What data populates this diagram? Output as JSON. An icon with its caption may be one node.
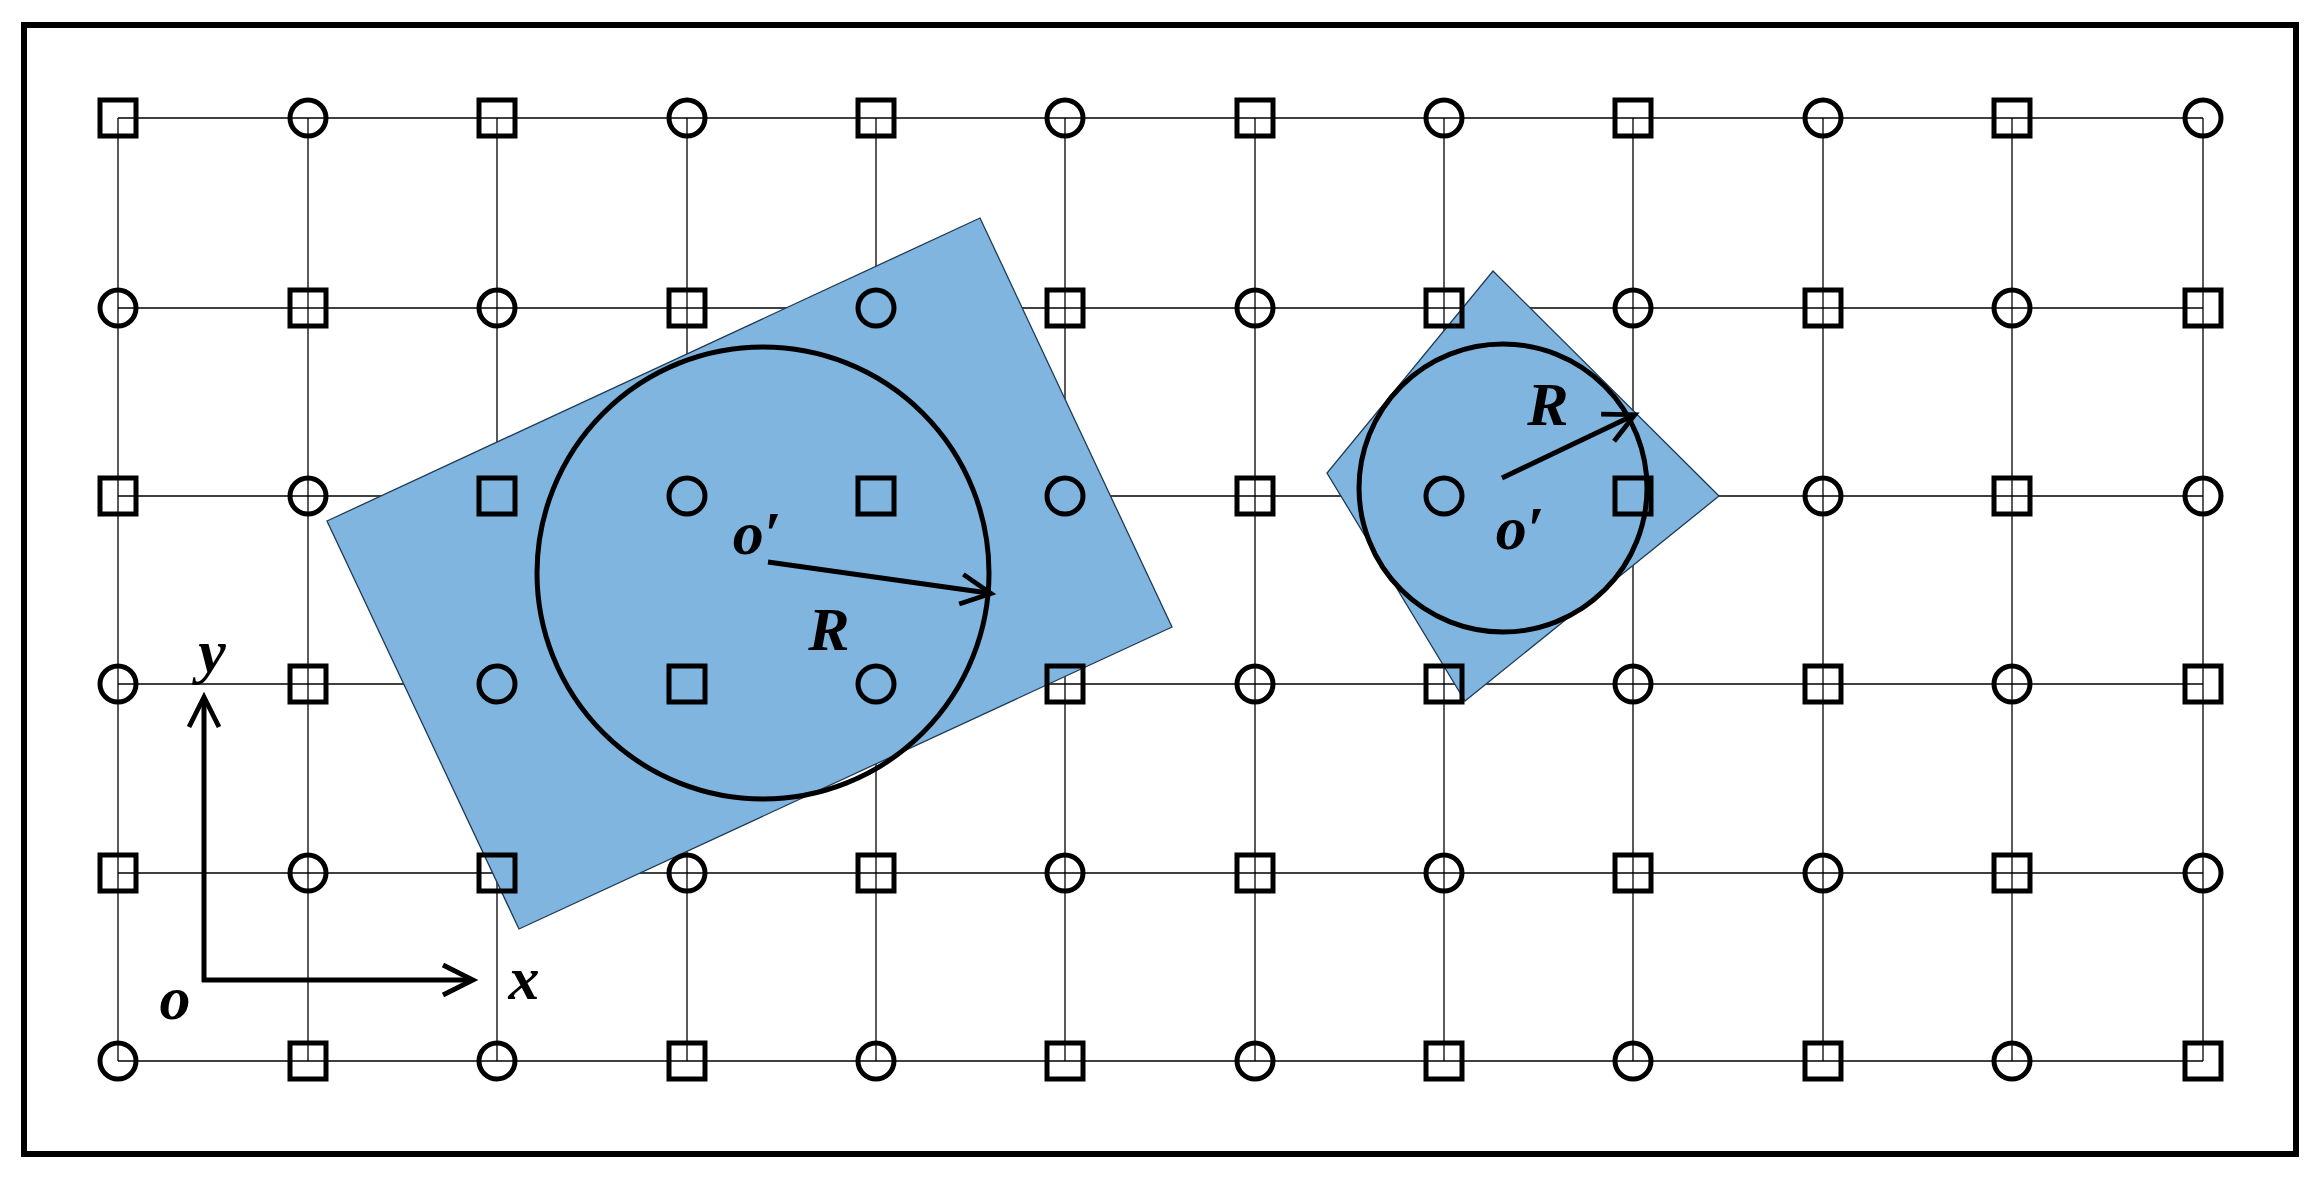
{
  "diagram": {
    "labels": [
      "R",
      "o′",
      "o′",
      "R",
      "y",
      "x",
      "o"
    ]
  }
}
